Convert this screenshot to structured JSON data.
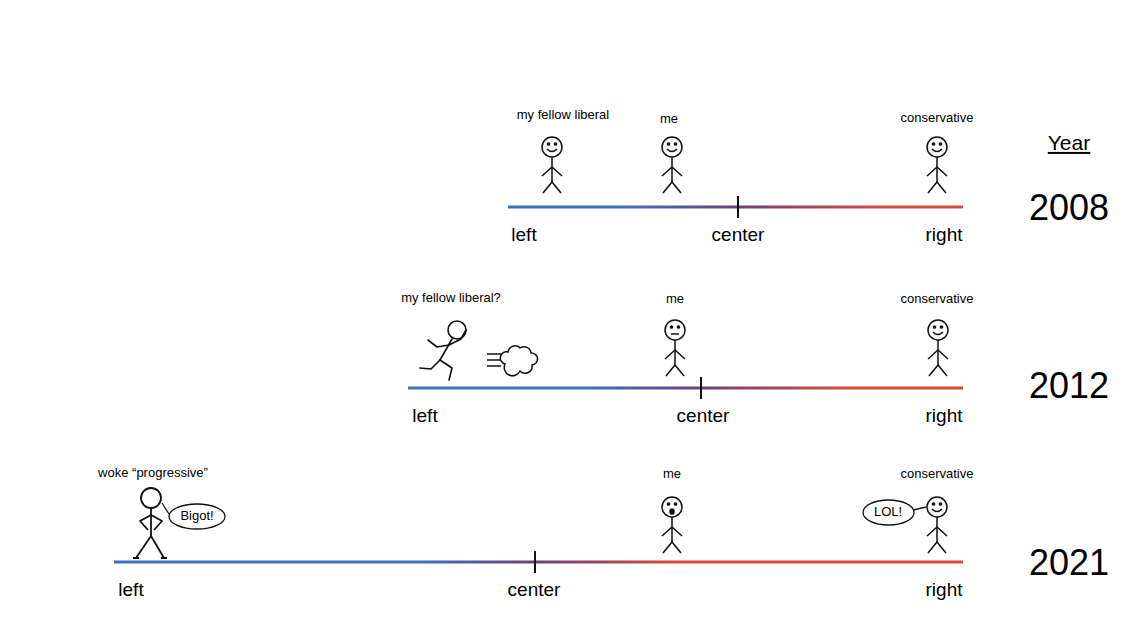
{
  "diagram": {
    "nodes": [
      {
        "text": [
          "Bigot!"
        ]
      },
      {
        "text": [
          "LOL!"
        ]
      }
    ],
    "labels": [
      "my fellow liberal",
      "me",
      "conservative",
      "Year",
      "left",
      "center",
      "right",
      "2008",
      "my fellow liberal?",
      "me",
      "conservative",
      "left",
      "center",
      "right",
      "2012",
      "woke “progressive”",
      "me",
      "conservative",
      "left",
      "center",
      "right",
      "2021"
    ]
  }
}
